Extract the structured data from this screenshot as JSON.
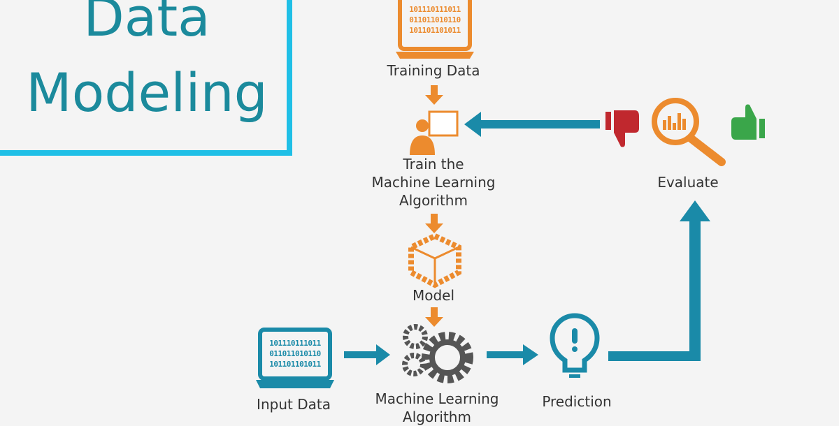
{
  "title": {
    "line1": "Data",
    "line2": "Modeling"
  },
  "nodes": {
    "training_data": {
      "label": "Training Data",
      "binary": [
        "101110111011",
        "011011010110",
        "101101101011"
      ]
    },
    "train": {
      "label_lines": [
        "Train the",
        "Machine Learning",
        "Algorithm"
      ]
    },
    "model": {
      "label": "Model"
    },
    "input_data": {
      "label": "Input Data",
      "binary": [
        "101110111011",
        "011011010110",
        "101101101011"
      ]
    },
    "ml_algorithm": {
      "label_lines": [
        "Machine Learning",
        "Algorithm"
      ]
    },
    "prediction": {
      "label": "Prediction"
    },
    "evaluate": {
      "label": "Evaluate"
    }
  },
  "colors": {
    "teal": "#1a8aa8",
    "orange": "#ec8b2e",
    "cyan": "#1fbfe6",
    "red": "#c0282e",
    "green": "#3aa64a"
  }
}
